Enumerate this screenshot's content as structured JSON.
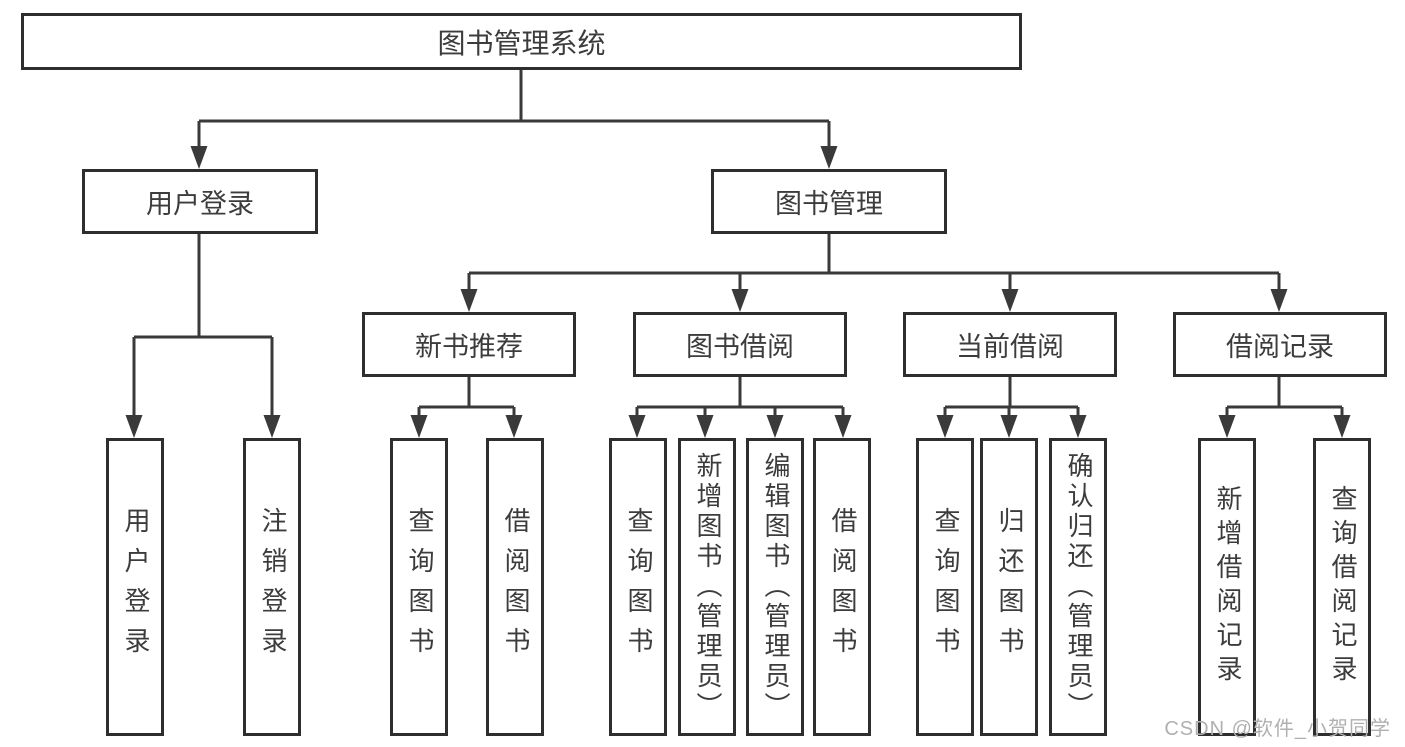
{
  "diagram": {
    "type": "hierarchy-tree",
    "root": {
      "label": "图书管理系统",
      "children": [
        {
          "label": "用户登录",
          "children": [
            {
              "label": "用户登录"
            },
            {
              "label": "注销登录"
            }
          ]
        },
        {
          "label": "图书管理",
          "children": [
            {
              "label": "新书推荐",
              "children": [
                {
                  "label": "查询图书"
                },
                {
                  "label": "借阅图书"
                }
              ]
            },
            {
              "label": "图书借阅",
              "children": [
                {
                  "label": "查询图书"
                },
                {
                  "label": "新增图书（管理员）"
                },
                {
                  "label": "编辑图书（管理员）"
                },
                {
                  "label": "借阅图书"
                }
              ]
            },
            {
              "label": "当前借阅",
              "children": [
                {
                  "label": "查询图书"
                },
                {
                  "label": "归还图书"
                },
                {
                  "label": "确认归还（管理员）"
                }
              ]
            },
            {
              "label": "借阅记录",
              "children": [
                {
                  "label": "新增借阅记录"
                },
                {
                  "label": "查询借阅记录"
                }
              ]
            }
          ]
        }
      ]
    }
  },
  "watermark": {
    "text": "CSDN @软件_小贺同学"
  },
  "colors": {
    "line": "#3a3a3a",
    "box_border": "#2e2e2e",
    "text": "#3c3c3c",
    "watermark": "#b0b0b0",
    "background": "#ffffff"
  }
}
